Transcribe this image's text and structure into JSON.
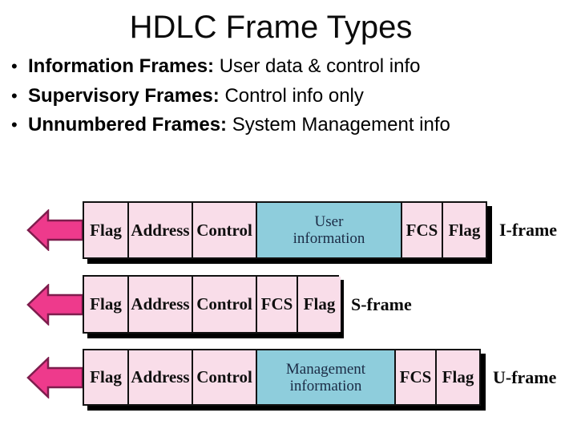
{
  "slide": {
    "title": "HDLC Frame Types",
    "bullets": [
      {
        "term": "Information Frames:",
        "rest": " User data & control info"
      },
      {
        "term": "Supervisory Frames:",
        "rest": " Control info only"
      },
      {
        "term": "Unnumbered Frames:",
        "rest": " System Management info"
      }
    ],
    "bullet_glyph": "•"
  },
  "diagram": {
    "frames": [
      {
        "label": "I-frame",
        "cells": [
          {
            "label": "Flag",
            "kind": "field"
          },
          {
            "label": "Address",
            "kind": "field"
          },
          {
            "label": "Control",
            "kind": "field"
          },
          {
            "label": "User\ninformation",
            "kind": "info"
          },
          {
            "label": "FCS",
            "kind": "field"
          },
          {
            "label": "Flag",
            "kind": "field"
          }
        ]
      },
      {
        "label": "S-frame",
        "cells": [
          {
            "label": "Flag",
            "kind": "field"
          },
          {
            "label": "Address",
            "kind": "field"
          },
          {
            "label": "Control",
            "kind": "field"
          },
          {
            "label": "FCS",
            "kind": "field"
          },
          {
            "label": "Flag",
            "kind": "field"
          }
        ]
      },
      {
        "label": "U-frame",
        "cells": [
          {
            "label": "Flag",
            "kind": "field"
          },
          {
            "label": "Address",
            "kind": "field"
          },
          {
            "label": "Control",
            "kind": "field"
          },
          {
            "label": "Management\ninformation",
            "kind": "info"
          },
          {
            "label": "FCS",
            "kind": "field"
          },
          {
            "label": "Flag",
            "kind": "field"
          }
        ]
      }
    ],
    "colors": {
      "pink_fill": "#F9DDE9",
      "info_fill": "#8ECDDC",
      "info_text": "#1B2B45",
      "line": "#111111",
      "shadow": "#000000",
      "arrow_fill": "#EE3A8C",
      "arrow_stroke": "#7E1D4D"
    }
  }
}
